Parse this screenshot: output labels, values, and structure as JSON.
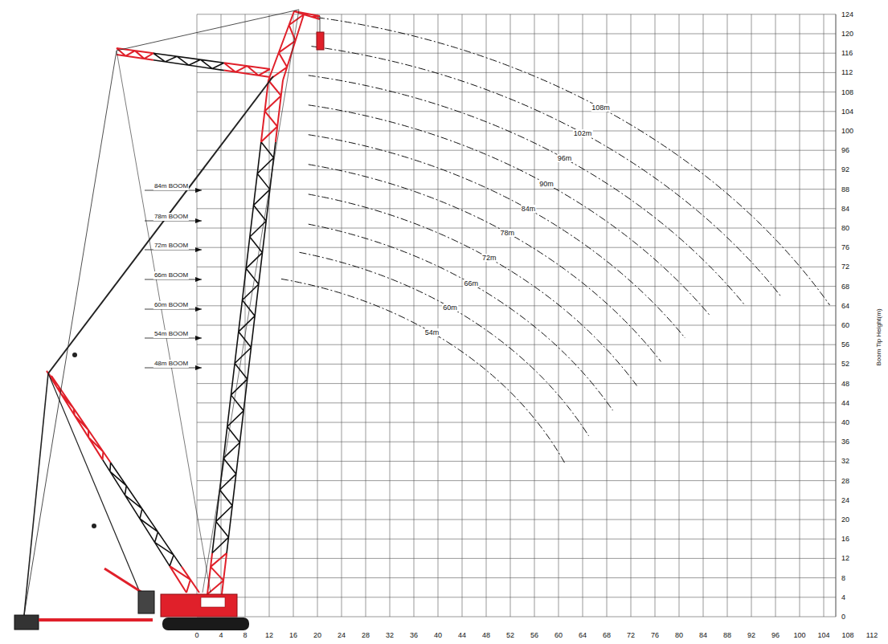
{
  "diagram": {
    "labels": [
      "0",
      "4",
      "8",
      "12",
      "16",
      "20",
      "24",
      "28",
      "32",
      "36",
      "40",
      "44",
      "48",
      "52",
      "56",
      "60",
      "64",
      "68",
      "72",
      "76",
      "80",
      "84",
      "88",
      "92",
      "96",
      "100",
      "104",
      "108",
      "112",
      "0",
      "4",
      "8",
      "12",
      "16",
      "20",
      "24",
      "28",
      "32",
      "36",
      "40",
      "44",
      "48",
      "52",
      "56",
      "60",
      "64",
      "68",
      "72",
      "76",
      "80",
      "84",
      "88",
      "92",
      "96",
      "100",
      "104",
      "108",
      "112",
      "116",
      "120",
      "124",
      "Boom Tip Height(m)",
      "108m",
      "102m",
      "96m",
      "90m",
      "84m",
      "78m",
      "72m",
      "66m",
      "60m",
      "54m",
      "84m BOOM",
      "78m BOOM",
      "72m BOOM",
      "66m BOOM",
      "60m BOOM",
      "54m BOOM",
      "48m BOOM"
    ]
  }
}
